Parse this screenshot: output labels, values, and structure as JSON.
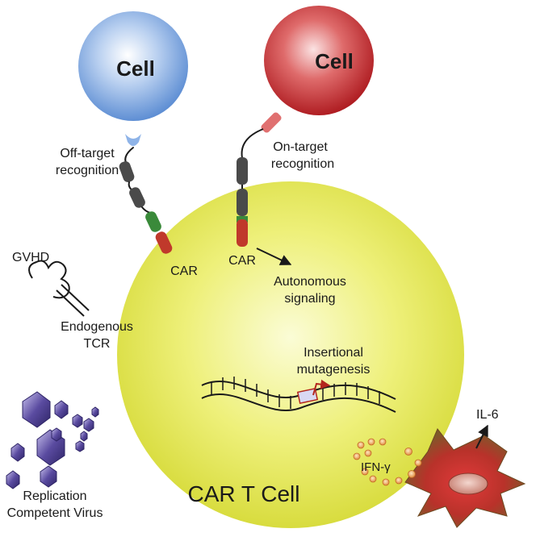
{
  "cells": {
    "blue_label": "Cell",
    "red_label": "Cell",
    "car_t_label": "CAR T Cell"
  },
  "labels": {
    "off_target_line1": "Off-target",
    "off_target_line2": "recognition",
    "on_target_line1": "On-target",
    "on_target_line2": "recognition",
    "car_left": "CAR",
    "car_right": "CAR",
    "autonomous_line1": "Autonomous",
    "autonomous_line2": "signaling",
    "gvhd": "GVHD",
    "endogenous_line1": "Endogenous",
    "endogenous_line2": "TCR",
    "insertional_line1": "Insertional",
    "insertional_line2": "mutagenesis",
    "replication_line1": "Replication",
    "replication_line2": "Competent Virus",
    "il6": "IL-6",
    "ifn": "IFN-γ"
  },
  "colors": {
    "blue_cell": "#7fa6dd",
    "red_cell": "#c8262b",
    "car_t_cell": "#e9ec5a",
    "car_grey": "#4a4a4a",
    "car_green": "#3a8a3a",
    "car_red": "#c0392b",
    "virus": "#4b3f8f",
    "macrophage": "#8b2a1e"
  }
}
